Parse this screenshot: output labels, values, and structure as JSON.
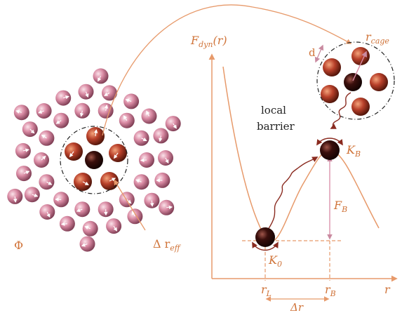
{
  "labels": {
    "phi": "Φ",
    "delta_r_eff": "Δ r",
    "delta_r_eff_sub": "eff",
    "f_dyn_main": "F",
    "f_dyn_sub": "dyn",
    "f_dyn_arg": "(r)",
    "local": "local",
    "barrier": "barrier",
    "k_b_main": "K",
    "k_b_sub": "B",
    "f_b_main": "F",
    "f_b_sub": "B",
    "k_0_main": "K",
    "k_0_sub": "0",
    "r_l_main": "r",
    "r_l_sub": "L",
    "r_b_main": "r",
    "r_b_sub": "B",
    "r_axis": "r",
    "delta_r": "Δr",
    "d": "d",
    "r_cage_main": "r",
    "r_cage_sub": "cage"
  },
  "colors": {
    "accent": "#e79a6b",
    "label": "#d0743a",
    "dark_red": "#8a2a1f",
    "pink_particle": "#d98aa3",
    "red_particle": "#b8402a",
    "center_particle": "#3a0f0c"
  }
}
